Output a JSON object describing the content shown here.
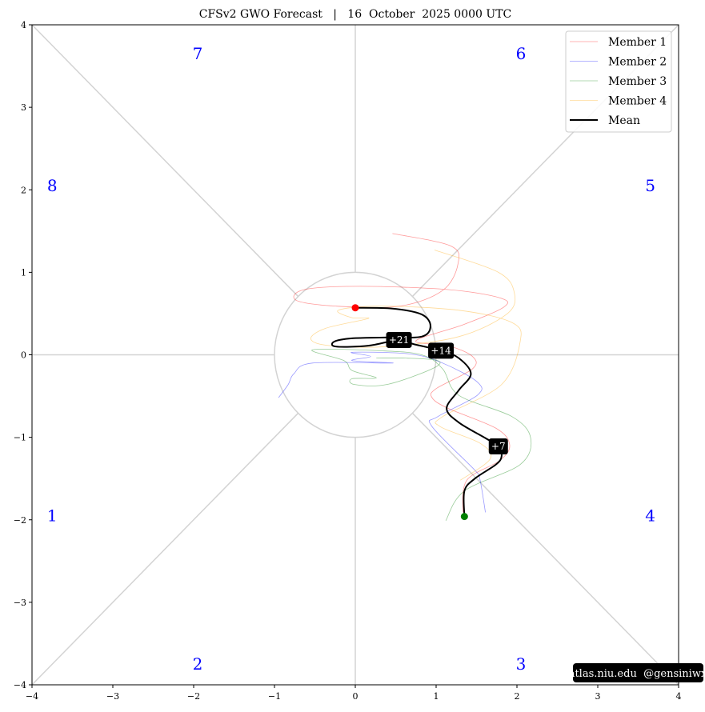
{
  "chart_data": {
    "type": "line",
    "title": "CFSv2 GWO Forecast   |   16  October  2025 0000 UTC",
    "xlim": [
      -4,
      4
    ],
    "ylim": [
      -4,
      4
    ],
    "xticks": [
      -4,
      -3,
      -2,
      -1,
      0,
      1,
      2,
      3,
      4
    ],
    "yticks": [
      -4,
      -3,
      -2,
      -1,
      0,
      1,
      2,
      3,
      4
    ],
    "xtick_labels": [
      "−4",
      "−3",
      "−2",
      "−1",
      "0",
      "1",
      "2",
      "3",
      "4"
    ],
    "ytick_labels": [
      "−4",
      "−3",
      "−2",
      "−1",
      "0",
      "1",
      "2",
      "3",
      "4"
    ],
    "unit_circle_radius": 1,
    "legend_position": "top-right",
    "phases": [
      {
        "label": "1",
        "x": -3.75,
        "y": -1.95
      },
      {
        "label": "2",
        "x": -1.95,
        "y": -3.75
      },
      {
        "label": "3",
        "x": 2.05,
        "y": -3.75
      },
      {
        "label": "4",
        "x": 3.65,
        "y": -1.95
      },
      {
        "label": "5",
        "x": 3.65,
        "y": 2.05
      },
      {
        "label": "6",
        "x": 2.05,
        "y": 3.65
      },
      {
        "label": "7",
        "x": -1.95,
        "y": 3.65
      },
      {
        "label": "8",
        "x": -3.75,
        "y": 2.05
      }
    ],
    "series": [
      {
        "name": "Member 1",
        "color": "#ff0000",
        "opacity": 0.4,
        "x": [
          1.33,
          1.38,
          1.79,
          1.91,
          1.74,
          1.15,
          0.95,
          1.0,
          1.45,
          1.45,
          1.15,
          0.75,
          1.35,
          1.84,
          1.79,
          1.15,
          0.06,
          -0.63,
          -0.73,
          -0.24,
          0.55,
          1.08,
          1.27,
          1.18,
          0.46
        ],
        "y": [
          -1.91,
          -1.52,
          -1.28,
          -1.09,
          -0.89,
          -0.65,
          -0.52,
          -0.41,
          -0.17,
          -0.02,
          0.11,
          0.17,
          0.37,
          0.58,
          0.69,
          0.79,
          0.83,
          0.79,
          0.66,
          0.59,
          0.59,
          0.78,
          1.1,
          1.32,
          1.47
        ]
      },
      {
        "name": "Member 2",
        "color": "#0000ff",
        "opacity": 0.4,
        "x": [
          1.61,
          1.54,
          1.48,
          0.95,
          1.02,
          1.51,
          1.51,
          1.08,
          0.68,
          -0.04,
          0.19,
          -0.04,
          0.46,
          -0.53,
          -0.76,
          -0.83,
          -0.95
        ],
        "y": [
          -1.91,
          -1.5,
          -1.4,
          -0.87,
          -0.75,
          -0.49,
          -0.33,
          -0.1,
          0.01,
          0.03,
          -0.02,
          -0.07,
          -0.1,
          -0.1,
          -0.23,
          -0.36,
          -0.52
        ]
      },
      {
        "name": "Member 3",
        "color": "#008000",
        "opacity": 0.4,
        "x": [
          1.12,
          1.35,
          2.04,
          2.17,
          1.94,
          1.28,
          1.08,
          0.82,
          0.29,
          -0.53,
          -0.14,
          -0.04,
          0.26,
          -0.04,
          -0.01,
          0.39,
          0.95,
          1.02,
          0.62,
          0.26
        ],
        "y": [
          -2.01,
          -1.65,
          -1.33,
          -1.01,
          -0.75,
          -0.49,
          -0.17,
          0.0,
          0.05,
          0.06,
          -0.07,
          -0.19,
          -0.28,
          -0.29,
          -0.36,
          -0.36,
          -0.17,
          -0.07,
          -0.04,
          -0.04
        ]
      },
      {
        "name": "Member 4",
        "color": "#ffa500",
        "opacity": 0.4,
        "x": [
          1.3,
          1.67,
          1.54,
          1.05,
          1.08,
          1.81,
          2.04,
          1.94,
          1.28,
          0.29,
          -0.21,
          -0.04,
          0.16,
          -0.37,
          -0.55,
          -0.31,
          0.39,
          1.28,
          1.87,
          1.97,
          1.77,
          0.98
        ],
        "y": [
          -1.52,
          -1.26,
          -1.07,
          -0.87,
          -0.75,
          -0.36,
          0.16,
          0.39,
          0.54,
          0.59,
          0.54,
          0.45,
          0.44,
          0.32,
          0.19,
          0.11,
          0.1,
          0.22,
          0.49,
          0.74,
          1.0,
          1.27
        ]
      },
      {
        "name": "Mean",
        "color": "#000000",
        "opacity": 1,
        "x": [
          1.35,
          1.35,
          1.48,
          1.74,
          1.81,
          1.77,
          1.61,
          1.28,
          1.13,
          1.28,
          1.43,
          1.28,
          1.06,
          0.72,
          0.54,
          0.16,
          -0.24,
          -0.26,
          -0.04,
          0.36,
          0.82,
          0.93,
          0.82,
          0.46,
          0.0
        ],
        "y": [
          -1.96,
          -1.65,
          -1.5,
          -1.33,
          -1.23,
          -1.11,
          -1.01,
          -0.82,
          -0.65,
          -0.43,
          -0.23,
          -0.04,
          0.05,
          0.13,
          0.18,
          0.11,
          0.1,
          0.16,
          0.2,
          0.21,
          0.22,
          0.35,
          0.49,
          0.56,
          0.57
        ]
      }
    ],
    "start_point": {
      "x": 1.35,
      "y": -1.96,
      "color": "#008000"
    },
    "end_point": {
      "x": 0.0,
      "y": 0.57,
      "color": "#ff0000"
    },
    "annotations": [
      {
        "text": "+7",
        "x": 1.77,
        "y": -1.11
      },
      {
        "text": "+14",
        "x": 1.06,
        "y": 0.05
      },
      {
        "text": "+21",
        "x": 0.54,
        "y": 0.18
      }
    ],
    "watermark": "atlas.niu.edu  @gensiniwx"
  }
}
